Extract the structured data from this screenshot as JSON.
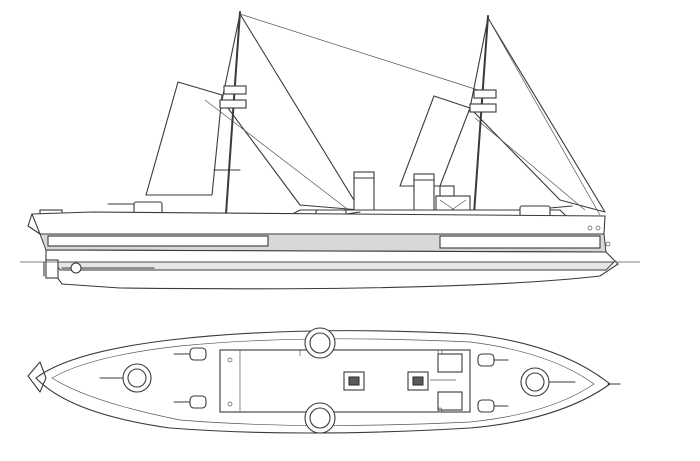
{
  "drawing": {
    "views": [
      "profile-elevation",
      "plan-view"
    ],
    "subject": "protected-cruiser-warship",
    "colors": {
      "ink": "#3a3a3a",
      "hull_band": "#d8d8d8",
      "hull_light": "#e6e6e6",
      "paper": "#ffffff"
    }
  }
}
